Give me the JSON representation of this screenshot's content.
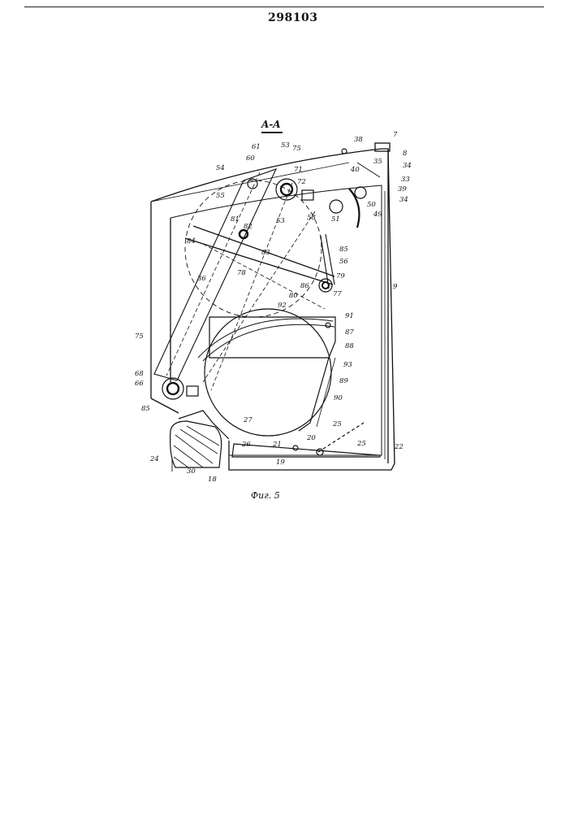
{
  "document": {
    "patent_number": "298103",
    "section_label": "A-A",
    "figure_caption": "Фиг. 5"
  },
  "labels": [
    "7",
    "8",
    "53",
    "34",
    "75",
    "38",
    "35",
    "61",
    "60",
    "54",
    "71",
    "72",
    "40",
    "33",
    "39",
    "34",
    "55",
    "50",
    "58",
    "81",
    "82",
    "53",
    "49",
    "51",
    "84",
    "83",
    "85",
    "56",
    "79",
    "78",
    "36",
    "86",
    "80",
    "77",
    "92",
    "91",
    "87",
    "75",
    "88",
    "93",
    "89",
    "68",
    "66",
    "90",
    "85",
    "27",
    "25",
    "26",
    "21",
    "20",
    "25",
    "24",
    "30",
    "18",
    "19",
    "22",
    "9"
  ]
}
